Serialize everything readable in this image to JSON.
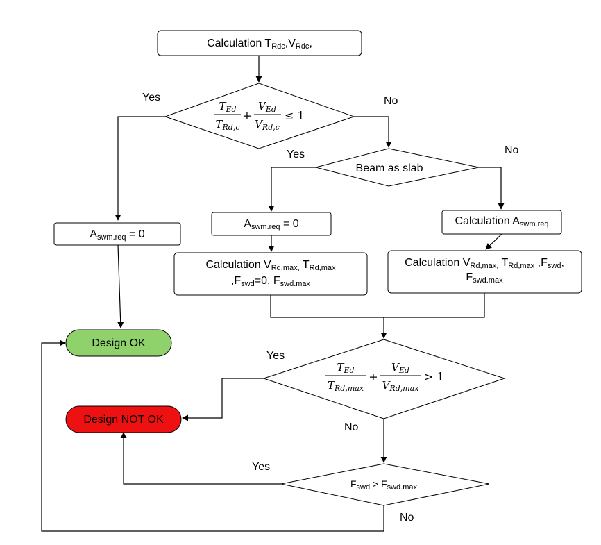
{
  "labels": {
    "yes": "Yes",
    "no": "No"
  },
  "nodes": {
    "calc_trdc": {
      "text": "Calculation T",
      "s1": "Rdc",
      "t2": ",V",
      "s2": "Rdc",
      "t3": ","
    },
    "decision1": {
      "t_ed": "T",
      "t_ed_sub": "Ed",
      "t_rdc": "T",
      "t_rdc_sub": "Rd,c",
      "v_ed": "V",
      "v_ed_sub": "Ed",
      "v_rdc": "V",
      "v_rdc_sub": "Rd,c",
      "plus": "+",
      "rel": "≤ 1"
    },
    "beam_as_slab": {
      "text": "Beam as slab"
    },
    "aswm_left": {
      "t1": "A",
      "s1": "swm.req",
      "t2": " = 0"
    },
    "aswm_mid": {
      "t1": "A",
      "s1": "swm.req",
      "t2": " = 0"
    },
    "calc_aswm": {
      "t1": "Calculation A",
      "s1": "swm.req"
    },
    "calc_mid": {
      "l1_t1": "Calculation V",
      "l1_s1": "Rd,max,",
      "l1_t2": "  T",
      "l1_s2": "Rd,max",
      "l2_t1": ",F",
      "l2_s1": "swd",
      "l2_t2": "=0, F",
      "l2_s2": "swd.max"
    },
    "calc_right": {
      "l1_t1": "Calculation V",
      "l1_s1": "Rd,max,",
      "l1_t2": "  T",
      "l1_s2": "Rd,max",
      "l1_t3": " ,F",
      "l1_s3": "swd",
      "l1_t4": ",",
      "l2_t1": "F",
      "l2_s1": "swd.max"
    },
    "design_ok": {
      "text": "Design OK",
      "color": "#8fd16b"
    },
    "design_not_ok": {
      "text": "Design NOT OK",
      "color": "#ee1111"
    },
    "decision2": {
      "t_ed": "T",
      "t_ed_sub": "Ed",
      "t_rdmax": "T",
      "t_rdmax_sub": "Rd,max",
      "v_ed": "V",
      "v_ed_sub": "Ed",
      "v_rdmax": "V",
      "v_rdmax_sub": "Rd,max",
      "plus": "+",
      "rel": "> 1"
    },
    "decision3": {
      "t1": "F",
      "s1": "swd",
      "t2": " > F",
      "s2": "swd.max"
    }
  }
}
